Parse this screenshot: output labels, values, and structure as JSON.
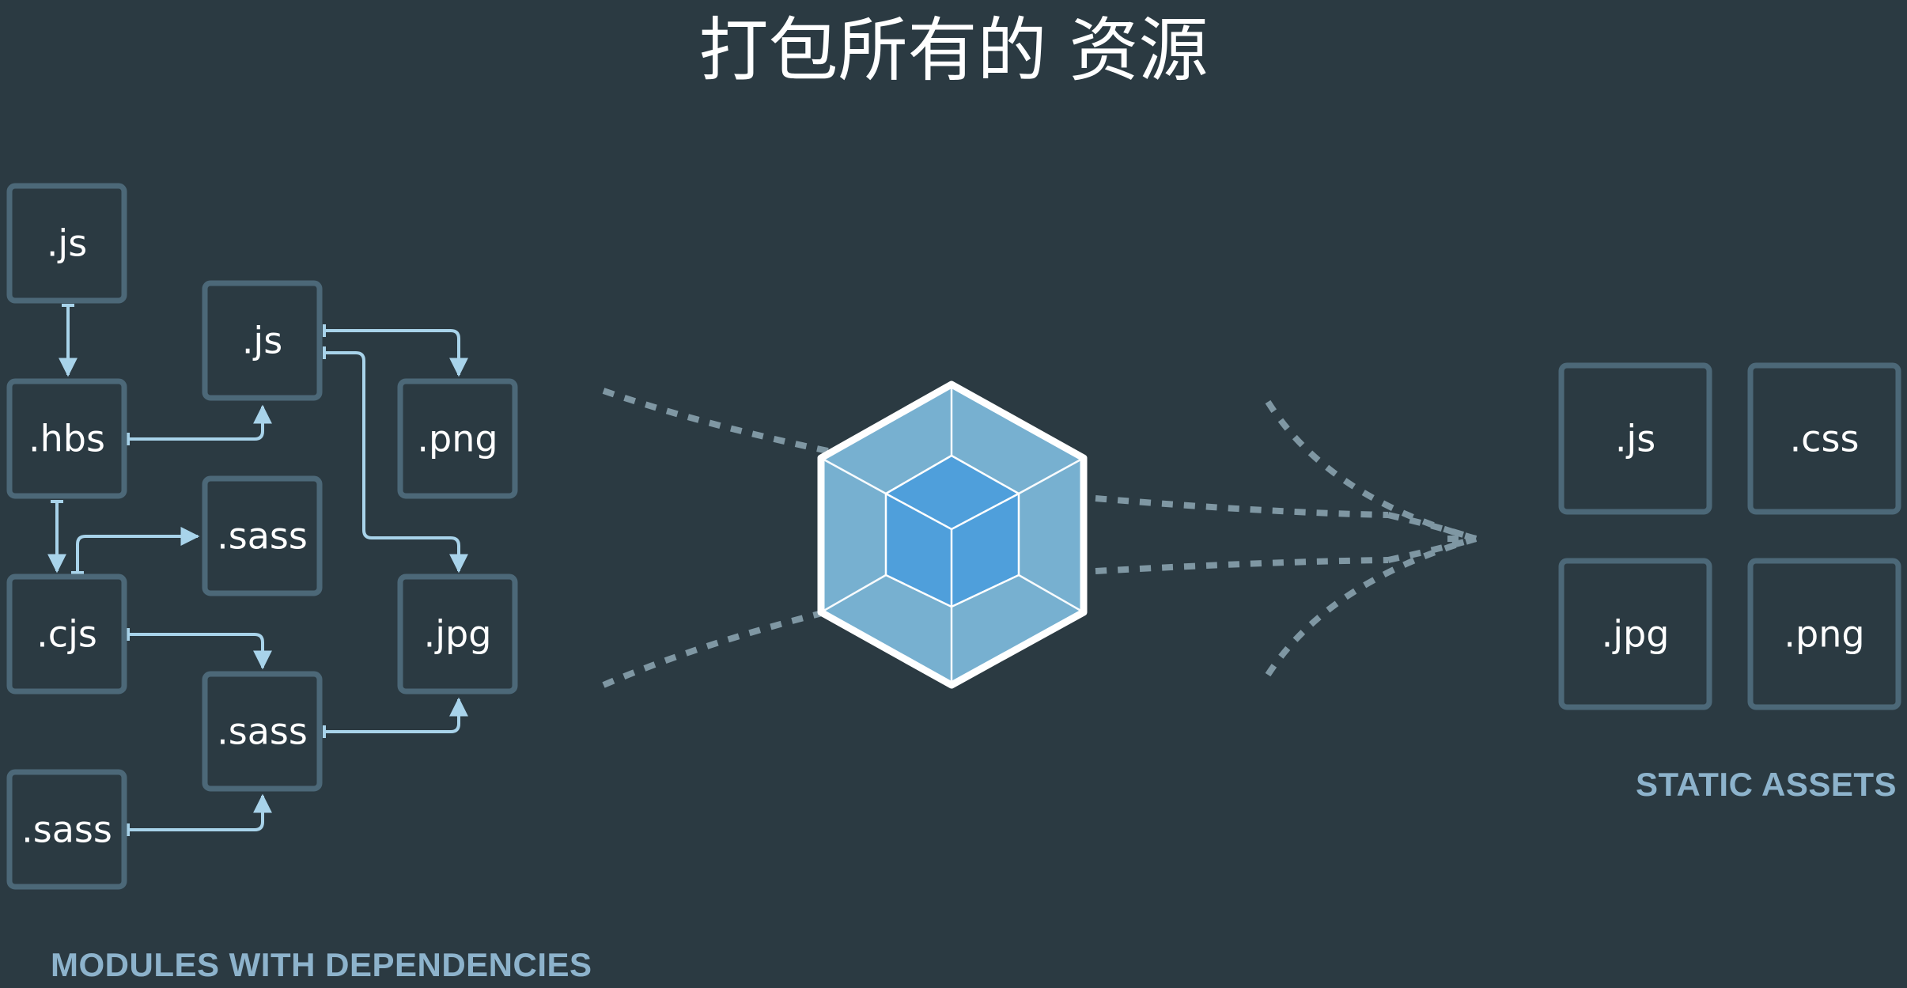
{
  "title": "打包所有的 资源",
  "modules": {
    "caption": "MODULES WITH DEPENDENCIES",
    "nodes": [
      {
        "id": "m1",
        "label": ".js"
      },
      {
        "id": "m2",
        "label": ".hbs"
      },
      {
        "id": "m3",
        "label": ".cjs"
      },
      {
        "id": "m4",
        "label": ".sass"
      },
      {
        "id": "m5",
        "label": ".js"
      },
      {
        "id": "m6",
        "label": ".sass"
      },
      {
        "id": "m7",
        "label": ".sass"
      },
      {
        "id": "m8",
        "label": ".png"
      },
      {
        "id": "m9",
        "label": ".jpg"
      }
    ]
  },
  "assets": {
    "caption": "STATIC ASSETS",
    "nodes": [
      {
        "id": "a1",
        "label": ".js"
      },
      {
        "id": "a2",
        "label": ".css"
      },
      {
        "id": "a3",
        "label": ".jpg"
      },
      {
        "id": "a4",
        "label": ".png"
      }
    ]
  },
  "colors": {
    "background": "#2b3a42",
    "box_border": "#4c6878",
    "arrow": "#a8d3ea",
    "dotted": "#7f97a3",
    "cube_outer": "#77b0d0",
    "cube_inner": "#4f9fdb",
    "caption": "#8db3cc"
  },
  "center_icon": "webpack-cube-icon"
}
